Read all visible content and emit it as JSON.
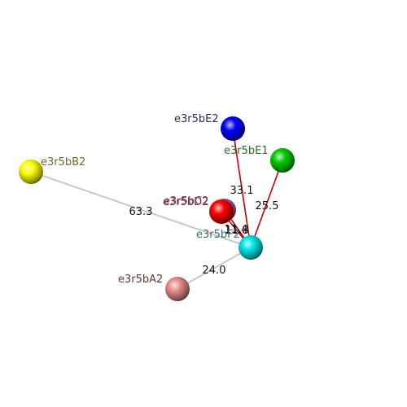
{
  "molecule": {
    "atoms": [
      {
        "id": "B2",
        "label": "e3r5bB2",
        "color": "#ffff00",
        "label_color": "#6b6b2a"
      },
      {
        "id": "E2",
        "label": "e3r5bE2",
        "color": "#0000ff",
        "label_color": "#2a2a5c"
      },
      {
        "id": "E1",
        "label": "e3r5bE1",
        "color": "#00cc00",
        "label_color": "#2f6b2f"
      },
      {
        "id": "D2",
        "label": "e3r5bD2",
        "color": "#ff0000",
        "label_color": "#7a2a2a"
      },
      {
        "id": "C2",
        "label": "e3r5bC2",
        "color": "#9966cc",
        "label_color": "#7a4a5a"
      },
      {
        "id": "F2",
        "label": "e3r5bF2",
        "color": "#00e5e5",
        "label_color": "#3a6b70"
      },
      {
        "id": "A2",
        "label": "e3r5bA2",
        "color": "#e88a8a",
        "label_color": "#5c3a3a"
      }
    ],
    "bonds": [
      {
        "from": "F2",
        "to": "B2",
        "distance": "63.3",
        "color": "#c8c8c8"
      },
      {
        "from": "F2",
        "to": "A2",
        "distance": "24.0",
        "color": "#c8c8c8"
      },
      {
        "from": "F2",
        "to": "E2",
        "distance": "33.1",
        "color": "#cc0000"
      },
      {
        "from": "F2",
        "to": "E1",
        "distance": "25.5",
        "color": "#cc0000"
      },
      {
        "from": "F2",
        "to": "D2",
        "distance": "11.8",
        "color": "#cc0000"
      },
      {
        "from": "F2",
        "to": "C2",
        "distance": "11.4",
        "color": "#cc0000"
      }
    ]
  }
}
